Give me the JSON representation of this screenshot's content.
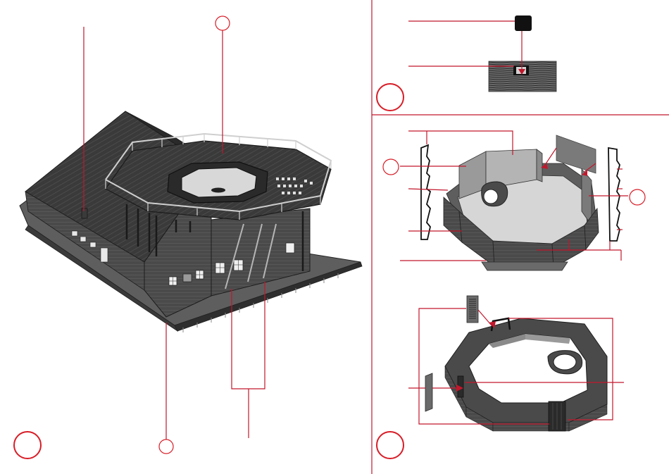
{
  "sheet": {
    "left_panel": {
      "step_marker": "",
      "callouts": [
        {
          "id": "roof-deck",
          "marker": ""
        },
        {
          "id": "wall-base",
          "marker": ""
        },
        {
          "id": "support-posts"
        },
        {
          "id": "chimney"
        }
      ]
    },
    "detail_panel": {
      "step_marker": "",
      "parts": [
        "block",
        "roof-plate"
      ]
    },
    "wall_panel": {
      "markers": [
        "",
        ""
      ],
      "parts": [
        "left-wall-profile",
        "right-wall-profile",
        "loose-panel",
        "octagon-wall-ring"
      ]
    },
    "floor_panel": {
      "step_marker": "",
      "parts": [
        "door-part",
        "window-part",
        "octagon-floor-ring",
        "front-door"
      ]
    }
  },
  "colors": {
    "leader_line": "#c2172c",
    "divider": "#c2172c",
    "marker_circle": "#d81e28",
    "part_dark": "#3d3d3d",
    "part_mid": "#5a5a5a",
    "part_light": "#8a8a8a",
    "roof": "#2f2f2f"
  }
}
